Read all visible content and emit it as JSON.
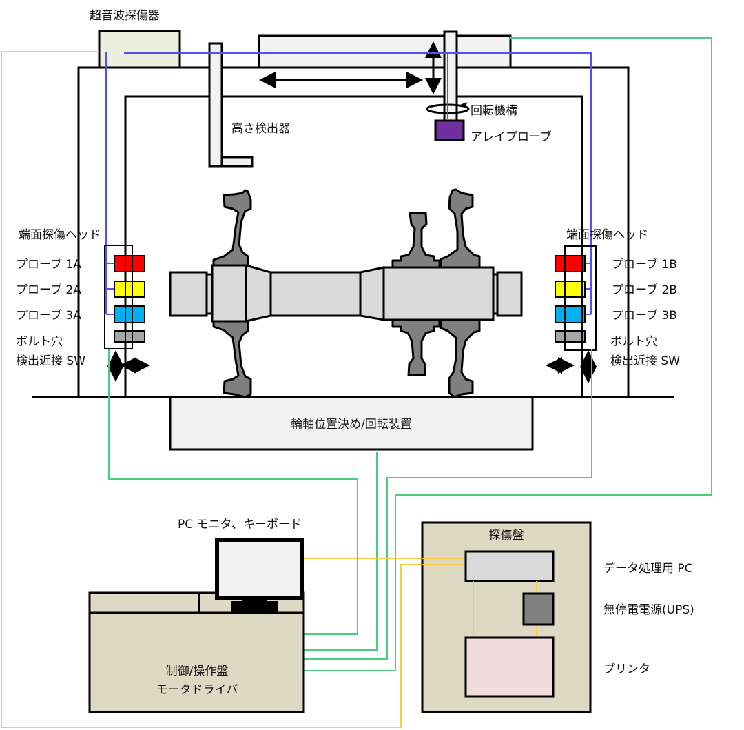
{
  "labels": {
    "ultrasonic_flaw_detector": "超音波探傷器",
    "height_detector": "高さ検出器",
    "rotation_mechanism": "回転機構",
    "array_probe": "アレイプローブ",
    "end_face_head_left": "端面探傷ヘッド",
    "end_face_head_right": "端面探傷ヘッド",
    "probe_1a": "プローブ 1A",
    "probe_2a": "プローブ 2A",
    "probe_3a": "プローブ 3A",
    "probe_1b": "プローブ 1B",
    "probe_2b": "プローブ 2B",
    "probe_3b": "プローブ 3B",
    "bolt_hole_left_1": "ボルト穴",
    "bolt_hole_left_2": "検出近接 SW",
    "bolt_hole_right_1": "ボルト穴",
    "bolt_hole_right_2": "検出近接 SW",
    "positioning_device": "輪軸位置決め/回転装置",
    "pc_monitor": "PC モニタ、キーボード",
    "control_panel_1": "制御/操作盤",
    "control_panel_2": "モータドライバ",
    "flaw_panel": "探傷盤",
    "data_pc": "データ処理用 PC",
    "ups": "無停電電源(UPS)",
    "printer": "プリンタ"
  },
  "colors": {
    "probe1": "#ff0000",
    "probe2": "#ffff00",
    "probe3": "#00b0f0",
    "bolt_sw": "#a6a6a6",
    "array_probe": "#7030a0",
    "signal_wire": "#5050ff",
    "control_wire": "#4ccb7e",
    "data_wire": "#ffcc44"
  }
}
